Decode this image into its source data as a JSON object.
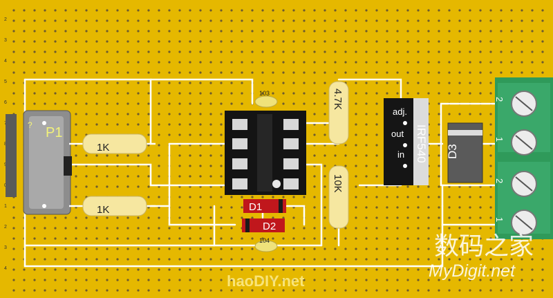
{
  "row_numbers": [
    "2",
    "3",
    "4",
    "5",
    "6",
    "7",
    "8",
    "9",
    "0",
    "1",
    "2",
    "3",
    "4"
  ],
  "parts": {
    "pot_label": "P1",
    "pot_sub": "?",
    "r1": "1K",
    "r2": "1K",
    "r3": "4.7K",
    "r4": "10K",
    "cap1": "103",
    "cap2": "104",
    "d1": "D1",
    "d2": "D2",
    "d3": "D3",
    "mosfet": "IRF540",
    "pin_adj": "adj.",
    "pin_out": "out",
    "pin_in": "in"
  },
  "terminal_numbers": [
    "2",
    "1",
    "2",
    "1"
  ],
  "watermarks": {
    "brand_left": "haoDIY.net",
    "brand_cn": "数码之家",
    "brand_right": "MyDigit.net"
  },
  "colors": {
    "board": "#e5b800",
    "hole": "#6e5c2e",
    "wire": "#ffffff",
    "resistor": "#f6e7a0",
    "diode": "#c0171c",
    "ic": "#1b1b1b",
    "terminal": "#2f9a5a"
  }
}
